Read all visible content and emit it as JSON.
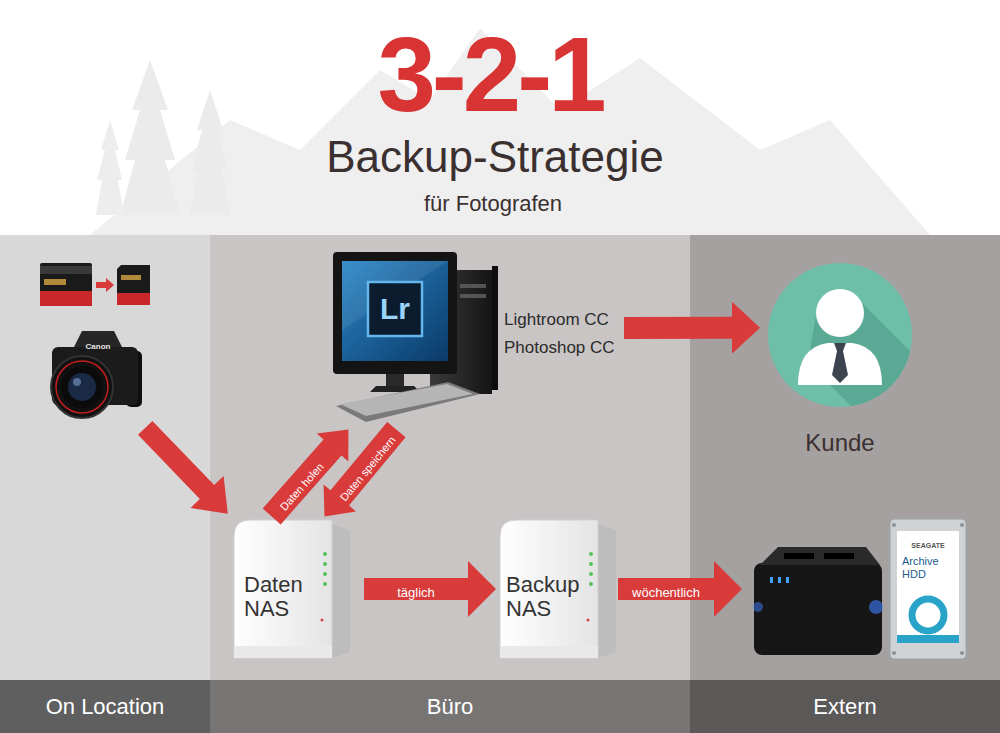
{
  "diagram": {
    "title": "3-2-1",
    "nodes": [
      {
        "text": [
          "On Location"
        ]
      },
      {
        "text": [
          "Büro"
        ]
      },
      {
        "text": [
          "Extern"
        ]
      },
      {
        "text": [
          "Canon"
        ],
        "in": 0
      },
      {
        "text": [
          "Lr",
          "Lightroom CC Photoshop CC"
        ],
        "in": 1
      },
      {
        "text": [
          "Kunde"
        ],
        "in": 2
      },
      {
        "text": [
          "Daten NAS"
        ],
        "in": 1
      },
      {
        "text": [
          "Backup NAS"
        ],
        "in": 1
      },
      {
        "text": [
          "SEAGATE",
          "Archive HDD"
        ],
        "in": 2
      }
    ],
    "edges": [
      {
        "from": 3,
        "to": 6,
        "arrow": "to"
      },
      {
        "from": 6,
        "to": 4,
        "label": "Daten holen",
        "arrow": "to"
      },
      {
        "from": 4,
        "to": 6,
        "label": "Daten speichern",
        "arrow": "to"
      },
      {
        "from": 4,
        "to": 5,
        "arrow": "to"
      },
      {
        "from": 6,
        "to": 7,
        "label": "täglich",
        "arrow": "to"
      },
      {
        "from": 7,
        "to": 8,
        "label": "wöchentlich",
        "arrow": "to"
      }
    ],
    "labels": [
      "Backup-Strategie",
      "für Fotografen"
    ]
  }
}
